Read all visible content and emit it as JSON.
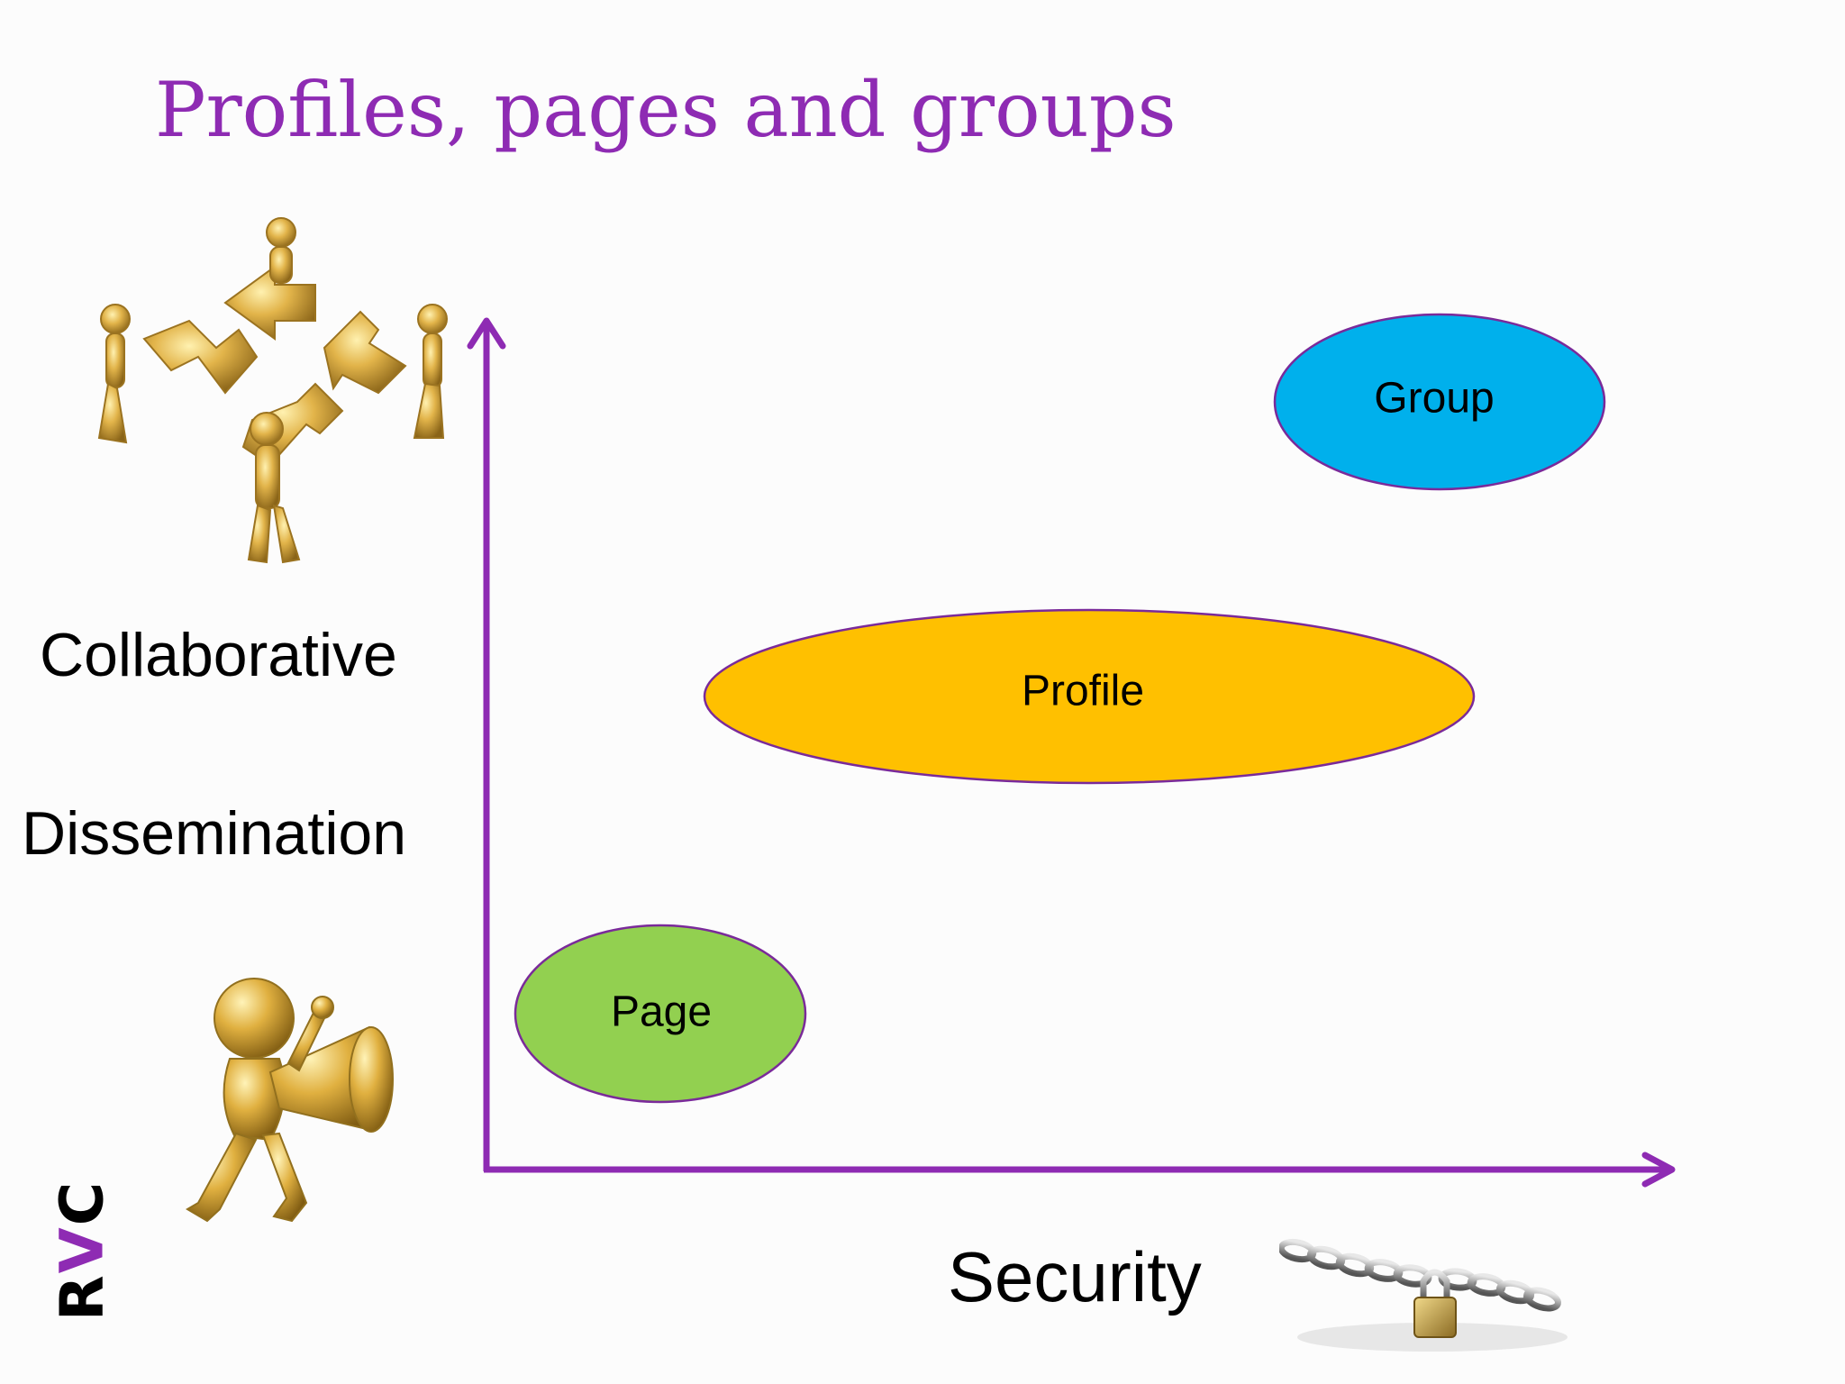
{
  "slide": {
    "title": "Profiles, pages and groups",
    "title_color": "#8e2bb3"
  },
  "axes": {
    "y_label_top": "Collaborative",
    "y_label_bottom": "Dissemination",
    "x_label": "Security",
    "axis_color": "#8e2bb3"
  },
  "bubbles": [
    {
      "label": "Group",
      "fill": "#00b0ec"
    },
    {
      "label": "Profile",
      "fill": "#ffc000"
    },
    {
      "label": "Page",
      "fill": "#92d050"
    }
  ],
  "bubble_outline": "#7a2a9a",
  "logo": {
    "text": "RVC",
    "accent_letter": "V",
    "accent_color": "#8e2bb3"
  },
  "clip_art": [
    {
      "icon": "teamwork-puzzle-figures-icon",
      "color": "#c99a2e"
    },
    {
      "icon": "megaphone-figure-icon",
      "color": "#c99a2e"
    },
    {
      "icon": "chain-padlock-icon",
      "color": "#8a8a8a"
    }
  ]
}
